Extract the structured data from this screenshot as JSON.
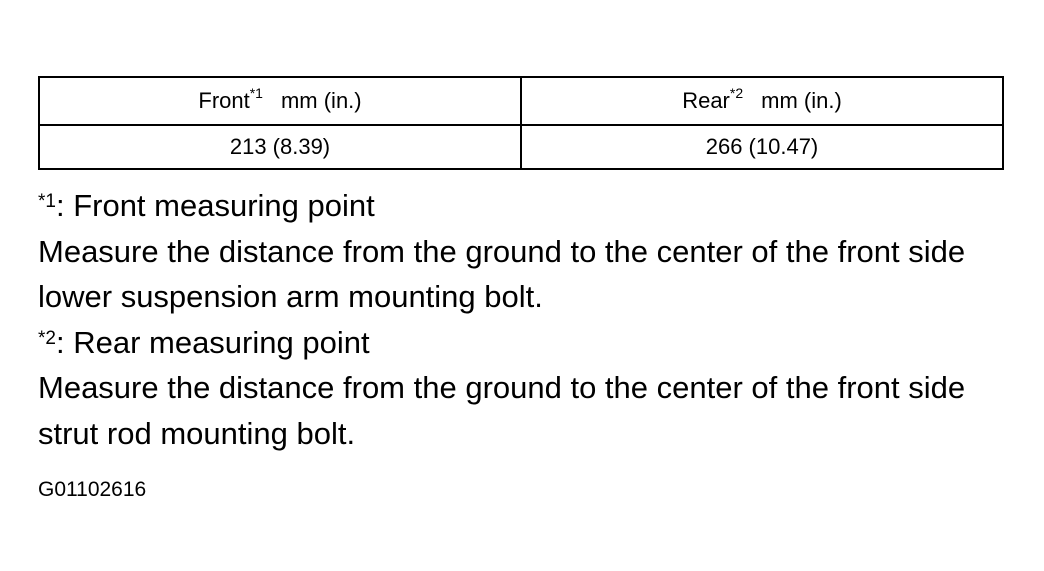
{
  "table": {
    "headers": [
      {
        "label": "Front",
        "mark": "*1",
        "unit": "mm (in.)"
      },
      {
        "label": "Rear",
        "mark": "*2",
        "unit": "mm (in.)"
      }
    ],
    "values": [
      "213 (8.39)",
      "266 (10.47)"
    ]
  },
  "notes": [
    {
      "mark": "*1",
      "title": ": Front measuring point",
      "text": "Measure the distance from the ground to the center of the front side lower suspension arm mounting bolt."
    },
    {
      "mark": "*2",
      "title": ": Rear measuring point",
      "text": "Measure the distance from the ground to the center of the front side strut rod mounting bolt."
    }
  ],
  "figure_id": "G01102616"
}
